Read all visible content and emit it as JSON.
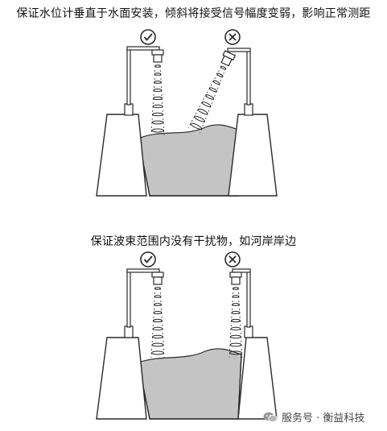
{
  "captions": {
    "top": "保证水位计垂直于水面安装，倾斜将接受信号幅度变弱，影响正常测距",
    "bottom": "保证波束范围内没有干扰物，如河岸岸边"
  },
  "watermark": {
    "text": "服务号 · 衡益科技",
    "icon": "wechat-icon"
  },
  "marks": {
    "ok_icon": "check-circle-icon",
    "bad_icon": "cross-circle-icon"
  },
  "colors": {
    "stroke": "#2a2a2a",
    "water": "#c4c4c4",
    "background": "#ffffff"
  }
}
